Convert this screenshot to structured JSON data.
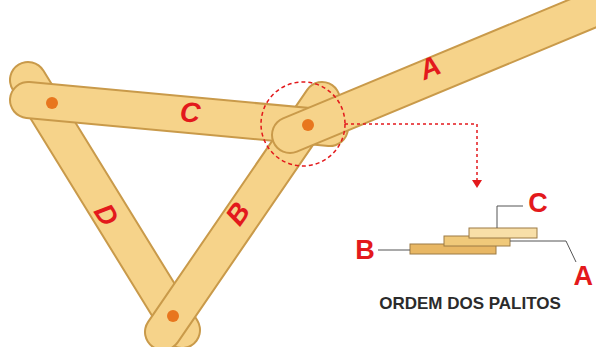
{
  "diagram": {
    "labels": [
      "C",
      "A",
      "B",
      "D",
      "C",
      "B",
      "A",
      "ORDEM DOS PALITOS"
    ]
  }
}
